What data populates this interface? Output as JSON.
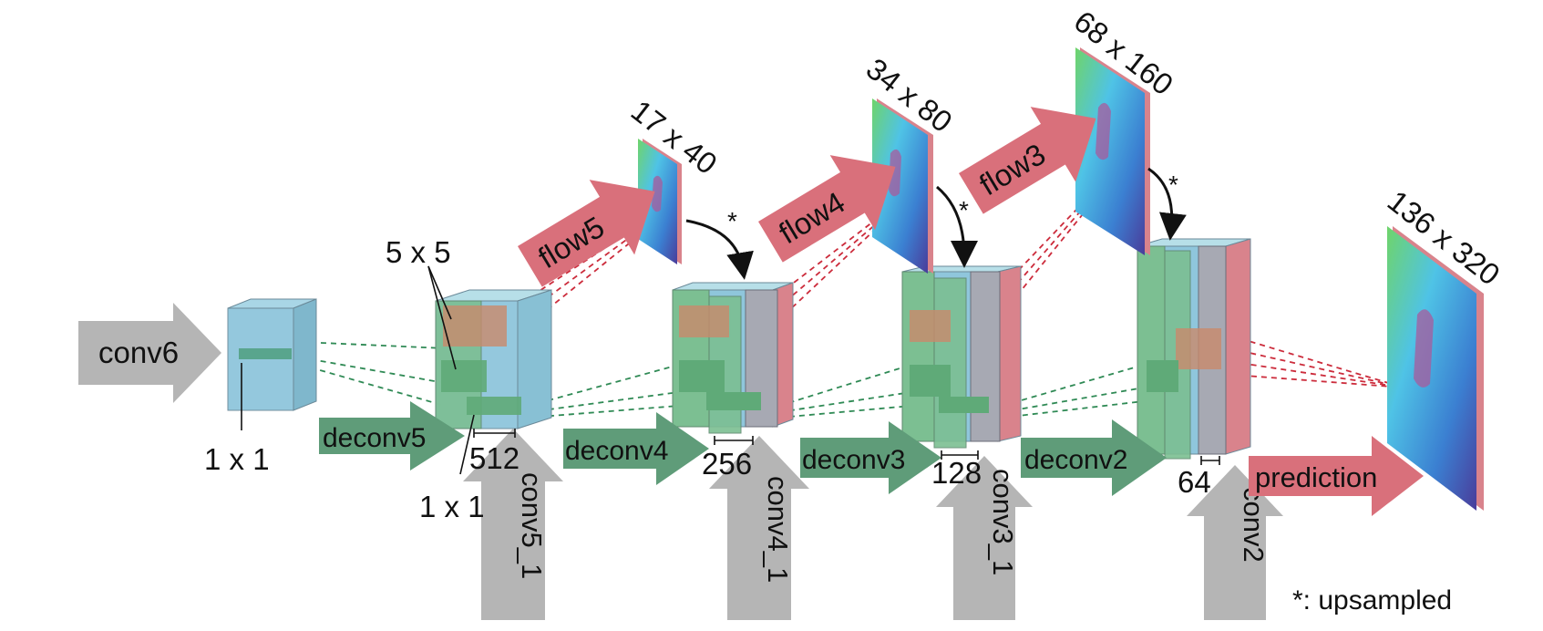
{
  "colors": {
    "gray_arrow": "#b5b5b5",
    "green_arrow": "#5f9c79",
    "red_arrow": "#d9707b",
    "block_blue": "#8fc6dc",
    "block_green": "#7cbf92",
    "block_gray": "#a7a9b3",
    "pink_edge": "#d9838c",
    "dash_red": "#cc2c3c",
    "dash_green": "#2f8a55"
  },
  "arrows": {
    "conv6": "conv6",
    "deconv5": "deconv5",
    "deconv4": "deconv4",
    "deconv3": "deconv3",
    "deconv2": "deconv2",
    "conv5_1": "conv5_1",
    "conv4_1": "conv4_1",
    "conv3_1": "conv3_1",
    "conv2": "conv2",
    "flow5": "flow5",
    "flow4": "flow4",
    "flow3": "flow3",
    "prediction": "prediction"
  },
  "labels": {
    "conv6_kernel": "1 x 1",
    "kernel_5x5": "5 x 5",
    "kernel_1x1": "1 x 1",
    "ch_512": "512",
    "ch_256": "256",
    "ch_128": "128",
    "ch_64": "64",
    "size_flow5": "17 x 40",
    "size_flow4": "34 x 80",
    "size_flow3": "68 x 160",
    "size_prediction": "136 x 320",
    "up_star_1": "*",
    "up_star_2": "*",
    "up_star_3": "*",
    "legend": "*: upsampled"
  }
}
